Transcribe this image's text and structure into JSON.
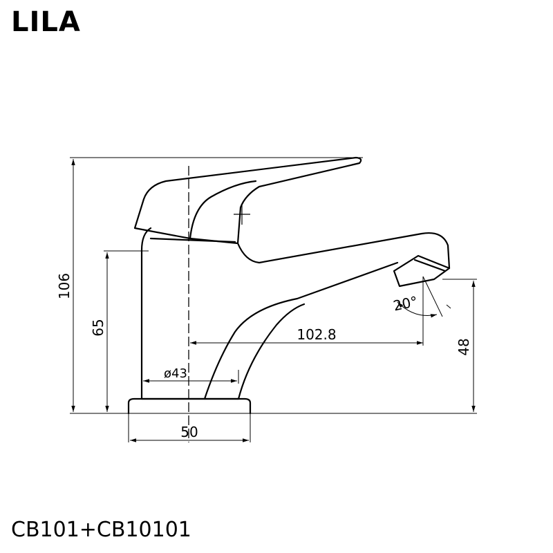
{
  "title": "LILA",
  "product_code": "CB101+CB10101",
  "dimensions": {
    "total_height": "106",
    "body_height": "65",
    "spout_height": "48",
    "spout_reach": "102.8",
    "body_diameter": "ø43",
    "base_width": "50",
    "spout_angle": "20°"
  }
}
